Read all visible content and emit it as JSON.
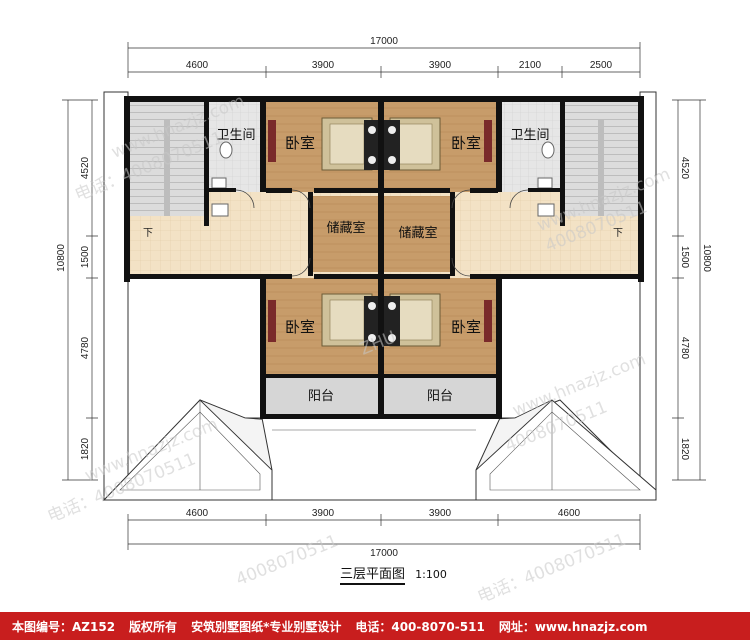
{
  "dimensions": {
    "top_total": "17000",
    "top_segments": [
      "4600",
      "3900",
      "3900",
      "2100",
      "2500"
    ],
    "bottom_total": "17000",
    "bottom_segments": [
      "4600",
      "3900",
      "3900",
      "4600"
    ],
    "left_segments": [
      "4520",
      "1500",
      "4780",
      "1820"
    ],
    "left_total": "10800",
    "right_segments": [
      "4520",
      "1500",
      "4780",
      "1820"
    ],
    "right_total": "10800"
  },
  "rooms": {
    "bathroom": "卫生间",
    "bedroom": "卧室",
    "storage": "储藏室",
    "balcony": "阳台",
    "stair_down": "下"
  },
  "title": {
    "name": "三层平面图",
    "scale": "1:100"
  },
  "watermarks": {
    "phone": "电话：",
    "number": "4008070511",
    "site": "www.hnazjz.com",
    "brand": "ZHU"
  },
  "footer": {
    "drawing_no": "本图编号：AZ152",
    "copyright": "版权所有",
    "slogan": "安筑别墅图纸*专业别墅设计",
    "phone": "电话：400-8070-511",
    "website": "网址：www.hnazjz.com"
  },
  "colors": {
    "bedroom_floor": "#c49a6c",
    "corridor_floor": "#f2dfc0",
    "bath_floor": "#e4e4e4",
    "balcony_floor": "#d6d6d6",
    "roof": "#ffffff",
    "wall": "#111111",
    "footer_bg": "#c81e1e"
  }
}
